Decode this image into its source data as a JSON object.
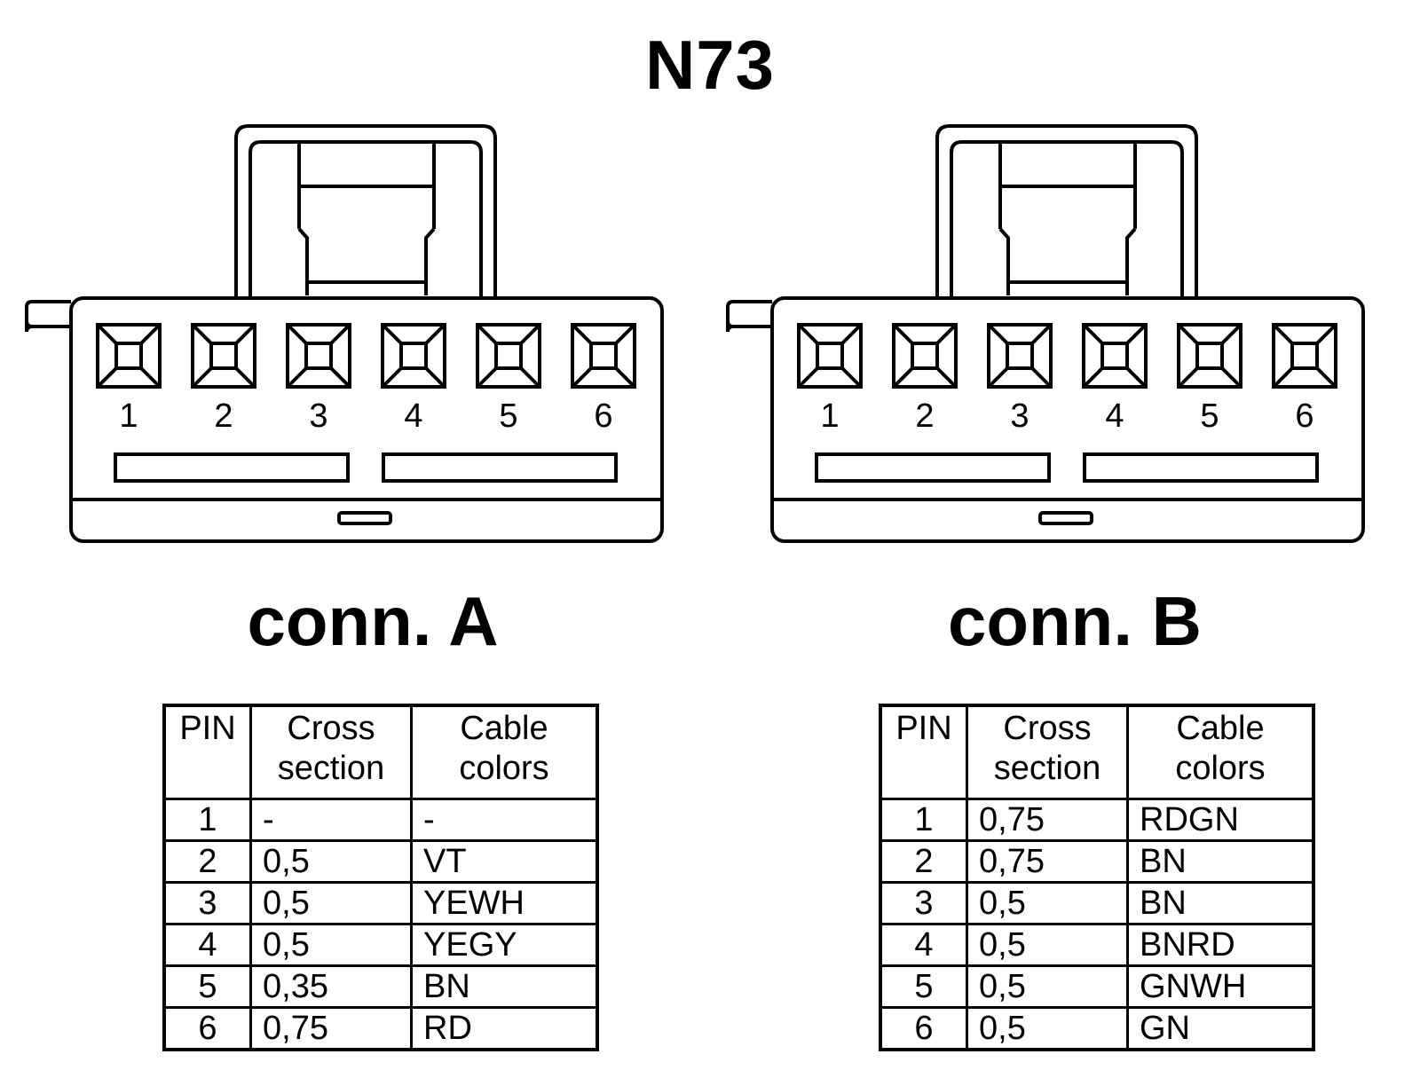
{
  "title": "N73",
  "connectors": [
    {
      "label": "conn. A",
      "pin_labels": [
        "1",
        "2",
        "3",
        "4",
        "5",
        "6"
      ],
      "table": {
        "headers": {
          "pin": "PIN",
          "cross_line1": "Cross",
          "cross_line2": "section",
          "color_line1": "Cable",
          "color_line2": "colors"
        },
        "rows": [
          {
            "pin": "1",
            "cross": "-",
            "color": "-"
          },
          {
            "pin": "2",
            "cross": "0,5",
            "color": "VT"
          },
          {
            "pin": "3",
            "cross": "0,5",
            "color": "YEWH"
          },
          {
            "pin": "4",
            "cross": "0,5",
            "color": "YEGY"
          },
          {
            "pin": "5",
            "cross": "0,35",
            "color": "BN"
          },
          {
            "pin": "6",
            "cross": "0,75",
            "color": "RD"
          }
        ]
      }
    },
    {
      "label": "conn. B",
      "pin_labels": [
        "1",
        "2",
        "3",
        "4",
        "5",
        "6"
      ],
      "table": {
        "headers": {
          "pin": "PIN",
          "cross_line1": "Cross",
          "cross_line2": "section",
          "color_line1": "Cable",
          "color_line2": "colors"
        },
        "rows": [
          {
            "pin": "1",
            "cross": "0,75",
            "color": "RDGN"
          },
          {
            "pin": "2",
            "cross": "0,75",
            "color": "BN"
          },
          {
            "pin": "3",
            "cross": "0,5",
            "color": "BN"
          },
          {
            "pin": "4",
            "cross": "0,5",
            "color": "BNRD"
          },
          {
            "pin": "5",
            "cross": "0,5",
            "color": "GNWH"
          },
          {
            "pin": "6",
            "cross": "0,5",
            "color": "GN"
          }
        ]
      }
    }
  ]
}
